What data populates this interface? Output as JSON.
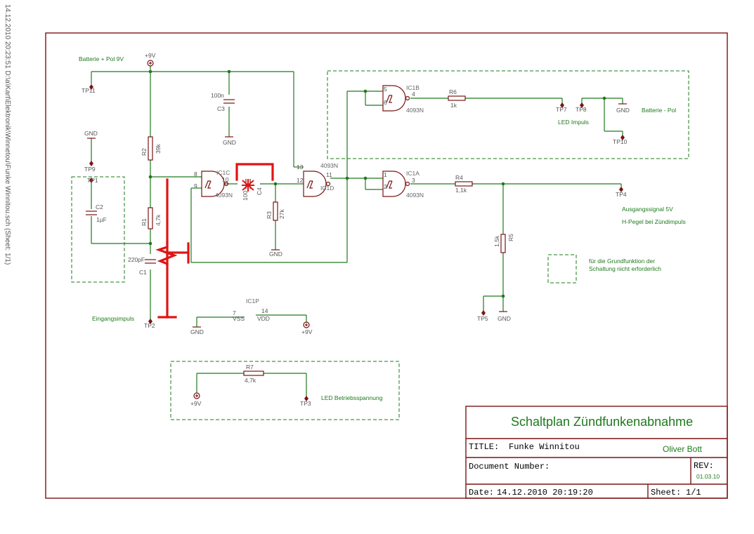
{
  "side_header": "14.12.2010 20:23:51  D:\\a\\Kart\\Elektronik\\Winnetou\\Funke Winnitou.sch (Sheet: 1/1)",
  "notes": {
    "battery_plus": "Batterie + Pol 9V",
    "input_pulse": "Eingangsimpuls",
    "led_pulse": "LED Impuls",
    "battery_minus": "Batterie - Pol",
    "output_signal": "Ausgangssignal 5V",
    "h_level": "H-Pegel bei Zündimpuls",
    "not_required_1": "für die Grundfunktion der",
    "not_required_2": "Schaltung nicht erforderlich",
    "led_supply": "LED Betriebsspannung"
  },
  "supply": {
    "vplus": "+9V",
    "gnd": "GND"
  },
  "testpoints": {
    "tp1": "TP1",
    "tp2": "TP2",
    "tp3": "TP3",
    "tp4": "TP4",
    "tp5": "TP5",
    "tp7": "TP7",
    "tp8": "TP8",
    "tp9": "TP9",
    "tp10": "TP10",
    "tp11": "TP11"
  },
  "components": {
    "r1": {
      "name": "R1",
      "value": "4,7k"
    },
    "r2": {
      "name": "R2",
      "value": "39k"
    },
    "r3": {
      "name": "R3",
      "value": "27k"
    },
    "r4": {
      "name": "R4",
      "value": "1,1k"
    },
    "r5": {
      "name": "R5",
      "value": "1,5k"
    },
    "r6": {
      "name": "R6",
      "value": "1k"
    },
    "r7": {
      "name": "R7",
      "value": "4,7k"
    },
    "c1": {
      "name": "C1",
      "value": "220pF"
    },
    "c2": {
      "name": "C2",
      "value": "1µF"
    },
    "c3": {
      "name": "C3",
      "value": "100n"
    },
    "c4": {
      "name": "C4",
      "value": "100"
    }
  },
  "gates": {
    "ic1a": {
      "name": "IC1A",
      "type": "4093N",
      "pin_a": "1",
      "pin_b": "2",
      "pin_out": "3"
    },
    "ic1b": {
      "name": "IC1B",
      "type": "4093N",
      "pin_a": "5",
      "pin_b": "6",
      "pin_out": "4"
    },
    "ic1c": {
      "name": "IC1C",
      "type": "4093N",
      "pin_a": "8",
      "pin_b": "9",
      "pin_out": "10"
    },
    "ic1d": {
      "name": "IC1D",
      "type": "4093N",
      "pin_a": "13",
      "pin_b": "12",
      "pin_out": "11"
    }
  },
  "power_unit": {
    "name": "IC1P",
    "pin_vss": "7",
    "lbl_vss": "VSS",
    "pin_vdd": "14",
    "lbl_vdd": "VDD"
  },
  "title_block": {
    "heading": "Schaltplan Zündfunkenabnahme",
    "title_label": "TITLE:",
    "title_value": "Funke Winnitou",
    "author": "Oliver Bott",
    "doc_label": "Document Number:",
    "rev_label": "REV:",
    "rev_value": "01.03.10",
    "date_label": "Date:",
    "date_value": "14.12.2010 20:19:20",
    "sheet_label": "Sheet:",
    "sheet_value": "1/1"
  }
}
